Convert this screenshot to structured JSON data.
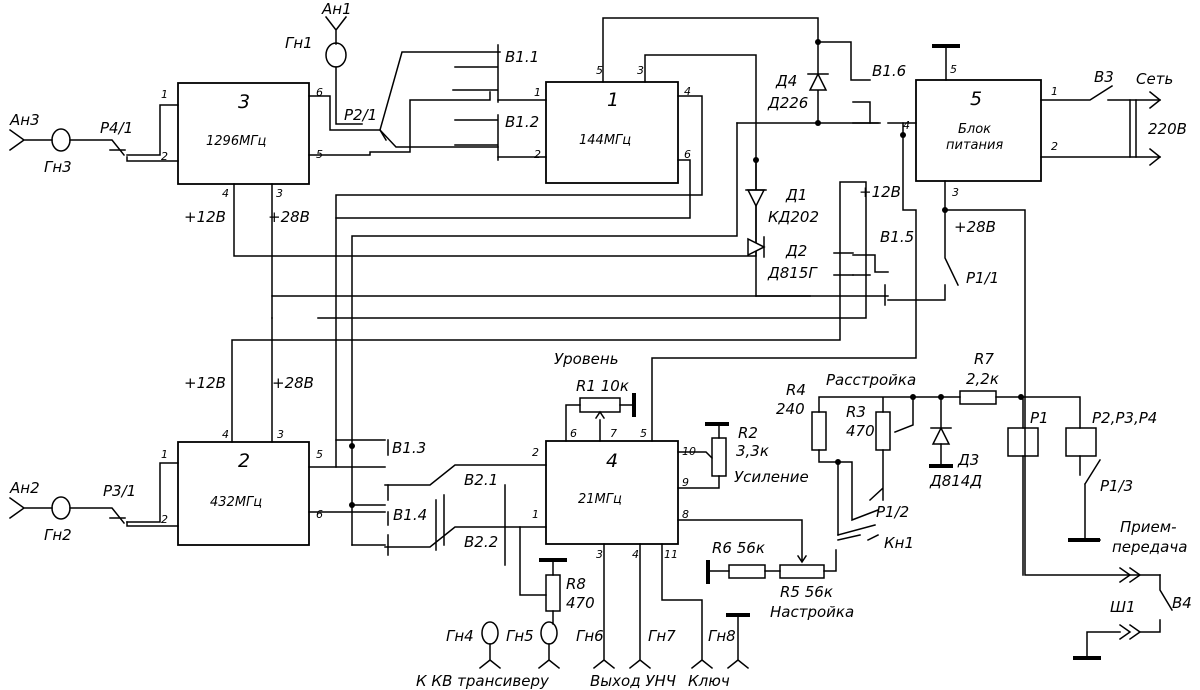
{
  "blocks": {
    "b1": {
      "number": "1",
      "name": "144МГц"
    },
    "b2": {
      "number": "2",
      "name": "432МГц"
    },
    "b3": {
      "number": "3",
      "name": "1296МГц"
    },
    "b4": {
      "number": "4",
      "name": "21МГц"
    },
    "b5": {
      "number": "5",
      "name_line1": "Блок",
      "name_line2": "питания"
    }
  },
  "pins": {
    "b1": [
      "5",
      "3",
      "4",
      "1",
      "2",
      "6"
    ],
    "b2": [
      "1",
      "2",
      "4",
      "3",
      "5",
      "6"
    ],
    "b3": [
      "1",
      "2",
      "6",
      "5",
      "4",
      "3"
    ],
    "b4": [
      "2",
      "1",
      "6",
      "7",
      "5",
      "10",
      "9",
      "8",
      "3",
      "4",
      "11"
    ],
    "b5": [
      "5",
      "1",
      "2",
      "4",
      "3"
    ]
  },
  "labels": {
    "an1": "Ан1",
    "gn1": "Гн1",
    "an2": "Ан2",
    "gn2": "Гн2",
    "an3": "Ан3",
    "gn3": "Гн3",
    "r4_1": "Р4/1",
    "r3_1": "Р3/1",
    "r2_1": "Р2/1",
    "r1_1": "Р1/1",
    "r1_2": "Р1/2",
    "r1_3": "Р1/3",
    "v1_1": "В1.1",
    "v1_2": "В1.2",
    "v1_3": "В1.3",
    "v1_4": "В1.4",
    "v1_5": "В1.5",
    "v1_6": "В1.6",
    "v2_1": "В2.1",
    "v2_2": "В2.2",
    "v3": "В3",
    "v4": "В4",
    "d1": "Д1",
    "d1_type": "КД202",
    "d2": "Д2",
    "d2_type": "Д815Г",
    "d3": "Д3",
    "d3_type": "Д814Д",
    "d4": "Д4",
    "d4_type": "Д226",
    "set": "Сеть",
    "v220": "220В",
    "p12_b3": "+12В",
    "p28_b3": "+28В",
    "p12_b2": "+12В",
    "p28_b2": "+28В",
    "p12_b5": "+12В",
    "p28_b5": "+28В",
    "uroven": "Уровень",
    "r1_val": "R1 10к",
    "r2": "R2",
    "r2_val": "3,3к",
    "usilenie": "Усиление",
    "r3": "R3",
    "r3_val": "470",
    "r4": "R4",
    "r4_val": "240",
    "rasstroyka": "Расстройка",
    "r7": "R7",
    "r7_val": "2,2к",
    "r5_val": "R5 56к",
    "r6_val": "R6 56к",
    "nastroyka": "Настройка",
    "r8": "R8",
    "r8_val": "470",
    "p1": "Р1",
    "p234": "Р2,Р3,Р4",
    "kn1": "Кн1",
    "priem_line1": "Прием-",
    "priem_line2": "передача",
    "sh1": "Ш1",
    "gn4": "Гн4",
    "gn5": "Гн5",
    "gn6": "Гн6",
    "gn7": "Гн7",
    "gn8": "Гн8",
    "k_kv": "К КВ трансиверу",
    "vyhod": "Выход УНЧ",
    "klyuch": "Ключ"
  }
}
